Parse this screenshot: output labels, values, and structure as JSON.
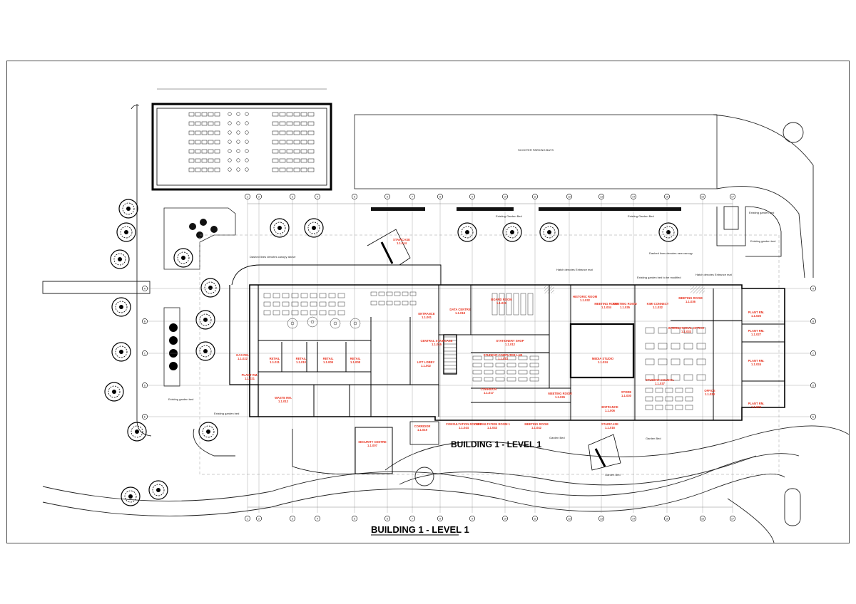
{
  "titles": {
    "main": "BUILDING 1 - LEVEL 1",
    "sub": "BUILDING 1 - LEVEL 1"
  },
  "areas": {
    "scooter": "SCOOTER PARKING BAYS"
  },
  "notes": [
    "Existing Garden Bed",
    "Existing Garden Bed",
    "Dashed lines denotes canopy above",
    "Dashed lines denotes new canopy",
    "Hatch denotes Entrance mat",
    "Hatch denotes Entrance mat",
    "Existing garden bed to be modified",
    "Existing garden bed",
    "Existing garden bed",
    "Existing garden bed",
    "Existing garden bed",
    "Garden Bed",
    "Garden Bed",
    "Garden Bed"
  ],
  "rooms": [
    {
      "name": "STAIRCASE",
      "code": "1.1.014"
    },
    {
      "name": "ENTRANCE",
      "code": "1.1.001"
    },
    {
      "name": "DATA CENTRE",
      "code": "1.1.018"
    },
    {
      "name": "BOARD ROOM",
      "code": "1.1.031"
    },
    {
      "name": "HISTORIC ROOM",
      "code": "1.1.032"
    },
    {
      "name": "MEETING ROOM",
      "code": "1.1.034"
    },
    {
      "name": "MEETING ROOM",
      "code": "1.1.035"
    },
    {
      "name": "KIMI CONNECT",
      "code": "1.1.032"
    },
    {
      "name": "MEETING ROOM",
      "code": "1.1.036"
    },
    {
      "name": "PLANT RM.",
      "code": "1.1.025"
    },
    {
      "name": "PLANT RM.",
      "code": "1.1.027"
    },
    {
      "name": "CENTRAL STAIRCASE",
      "code": "1.1.015"
    },
    {
      "name": "STATIONERY SHOP",
      "code": "1.1.012"
    },
    {
      "name": "MEDIA STUDIO",
      "code": "1.1.024"
    },
    {
      "name": "INTERNATIONAL OFFICE",
      "code": "1.1.033"
    },
    {
      "name": "STUDENT COUNCIL",
      "code": "1.1.037"
    },
    {
      "name": "PLANT RM.",
      "code": "1.1.024"
    },
    {
      "name": "RETAIL",
      "code": "1.1.011"
    },
    {
      "name": "RETAIL",
      "code": "1.1.010"
    },
    {
      "name": "RETAIL",
      "code": "1.1.009"
    },
    {
      "name": "RETAIL",
      "code": "1.1.008"
    },
    {
      "name": "LIFT LOBBY",
      "code": "1.1.002"
    },
    {
      "name": "STUDENT COMPUTER LAB",
      "code": "1.1.013"
    },
    {
      "name": "OFFICE",
      "code": "1.1.028"
    },
    {
      "name": "PLANT RM.",
      "code": "1.1.023"
    },
    {
      "name": "GAS RM.",
      "code": "1.1.022"
    },
    {
      "name": "PLANT RM.",
      "code": "1.1.021"
    },
    {
      "name": "WASTE RM.",
      "code": "1.1.012"
    },
    {
      "name": "CORRIDOR",
      "code": "1.1.017"
    },
    {
      "name": "MEETING ROOM",
      "code": "1.1.026"
    },
    {
      "name": "STORE",
      "code": "1.1.030"
    },
    {
      "name": "ENTRANCE",
      "code": "1.1.006"
    },
    {
      "name": "CONSULTATION ROOM 2",
      "code": "1.1.044"
    },
    {
      "name": "CONSULTATION ROOM 1",
      "code": "1.1.043"
    },
    {
      "name": "MEETING ROOM",
      "code": "1.1.042"
    },
    {
      "name": "STAIRCASE",
      "code": "1.1.016"
    },
    {
      "name": "SECURITY CENTRE",
      "code": "1.1.007"
    },
    {
      "name": "CORRIDOR",
      "code": "1.1.019"
    }
  ],
  "grid_top": [
    "1",
    "2",
    "3",
    "4",
    "5",
    "6",
    "7",
    "8",
    "9",
    "10",
    "11",
    "12",
    "13",
    "14",
    "15",
    "16",
    "17"
  ],
  "grid_left": [
    "A",
    "B",
    "C",
    "D",
    "E"
  ]
}
